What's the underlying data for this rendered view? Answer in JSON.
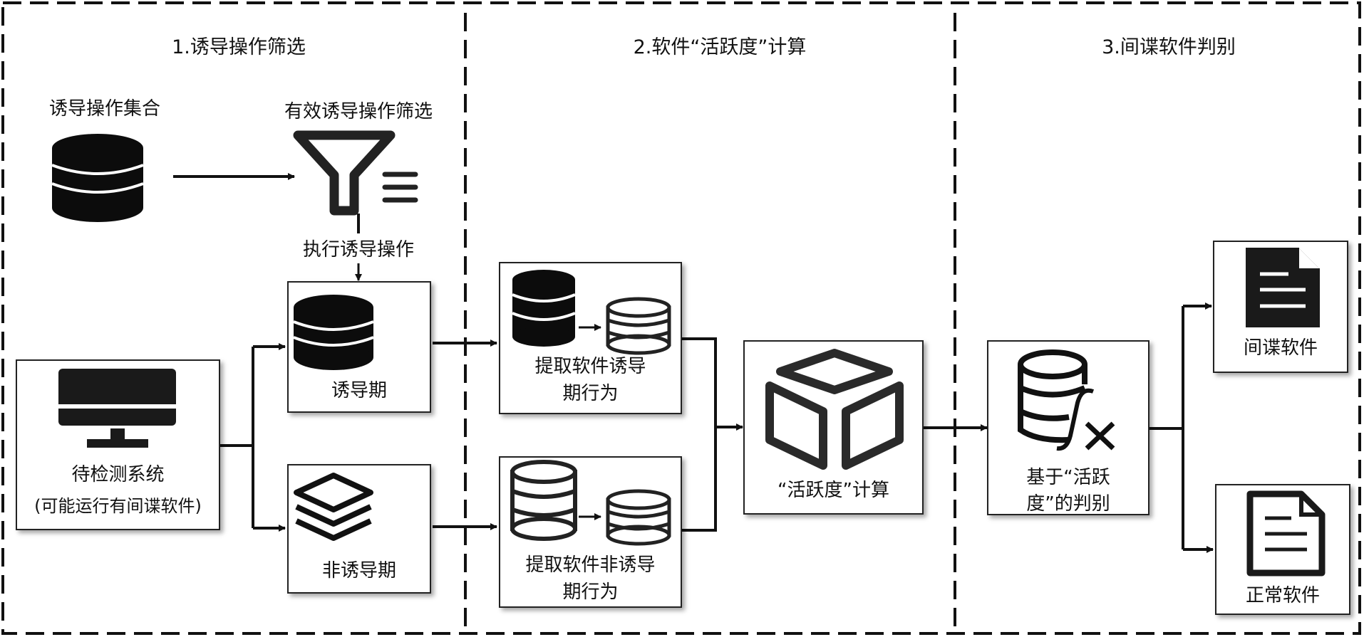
{
  "sections": [
    {
      "title": "1.诱导操作筛选"
    },
    {
      "title": "2.软件“活跃度”计算"
    },
    {
      "title": "3.间谍软件判别"
    }
  ],
  "stage1": {
    "op_set_label": "诱导操作集合",
    "filter_label": "有效诱导操作筛选",
    "execute_label": "执行诱导操作",
    "system_line1": "待检测系统",
    "system_line2": "(可能运行有间谍软件)",
    "induce_period": "诱导期",
    "non_induce_period": "非诱导期"
  },
  "stage2": {
    "extract_induce_line1": "提取软件诱导",
    "extract_induce_line2": "期行为",
    "extract_non_line1": "提取软件非诱导",
    "extract_non_line2": "期行为",
    "activity_calc": "“活跃度”计算"
  },
  "stage3": {
    "judge_line1": "基于“活跃",
    "judge_line2": "度”的判别",
    "spyware": "间谍软件",
    "normal": "正常软件"
  },
  "colors": {
    "stroke": "#111111",
    "icon": "#0c0c0c",
    "icon_gray": "#333333"
  }
}
